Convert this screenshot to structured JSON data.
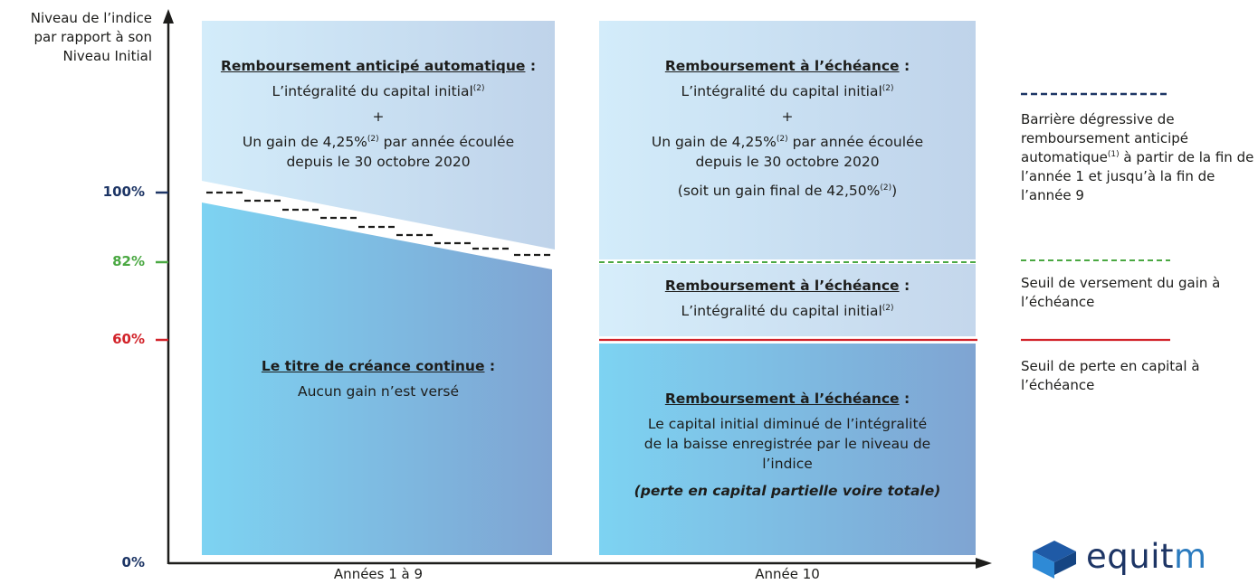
{
  "y_axis": {
    "title_lines": [
      "Niveau de l’indice",
      "par rapport à son",
      "Niveau Initial"
    ],
    "ticks": [
      {
        "label": "100%",
        "color": "#1d3565"
      },
      {
        "label": "82%",
        "color": "#4aa842"
      },
      {
        "label": "60%",
        "color": "#d2232a"
      },
      {
        "label": "0%",
        "color": "#1d3565"
      }
    ]
  },
  "x_axis": {
    "labels": [
      "Années 1 à 9",
      "Année 10"
    ]
  },
  "left_top": {
    "heading": "Remboursement anticipé automatique",
    "colon": " :",
    "line1": "L’intégralité du capital initial",
    "sup1": "(2)",
    "plus": "+",
    "line2a": "Un gain de 4,25%",
    "sup2": "(2)",
    "line2b": " par année écoulée",
    "line3": "depuis le 30 octobre 2020"
  },
  "left_bottom": {
    "heading": "Le titre de créance continue",
    "colon": " :",
    "line1": "Aucun gain n’est versé"
  },
  "right_top": {
    "heading": "Remboursement à l’échéance",
    "colon": " :",
    "line1": "L’intégralité du capital initial",
    "sup1": "(2)",
    "plus": "+",
    "line2a": "Un gain de 4,25%",
    "sup2": "(2)",
    "line2b": " par année écoulée",
    "line3": "depuis le 30 octobre 2020",
    "line4a": "(soit un gain final de 42,50%",
    "sup4": "(2)",
    "line4b": ")"
  },
  "right_mid": {
    "heading": "Remboursement à l’échéance",
    "colon": " :",
    "line1": "L’intégralité du capital initial",
    "sup1": "(2)"
  },
  "right_bottom": {
    "heading": "Remboursement à l’échéance",
    "colon": " :",
    "line1": "Le capital initial diminué de l’intégralité",
    "line2": "de la baisse enregistrée par le niveau de",
    "line3": "l’indice",
    "line4": "(perte en capital partielle voire totale)"
  },
  "legend": [
    {
      "style": "dashed",
      "color": "#1d3565",
      "text_a": "Barrière dégressive de remboursement anticipé automatique",
      "sup": "(1)",
      "text_b": " à partir de la fin de l’année 1 et jusqu’à la fin de l’année 9"
    },
    {
      "style": "dashed",
      "color": "#4aa842",
      "text_a": "Seuil de versement du gain à l’échéance",
      "sup": "",
      "text_b": ""
    },
    {
      "style": "solid",
      "color": "#d2232a",
      "text_a": "Seuil de perte en capital à l’échéance",
      "sup": "",
      "text_b": ""
    }
  ],
  "logo": {
    "text_a": "equit",
    "text_b": "m",
    "dotless": "ı"
  },
  "colors": {
    "navy": "#1d3565",
    "green": "#4aa842",
    "red": "#d2232a",
    "logo_blue": "#2b7bbf"
  }
}
